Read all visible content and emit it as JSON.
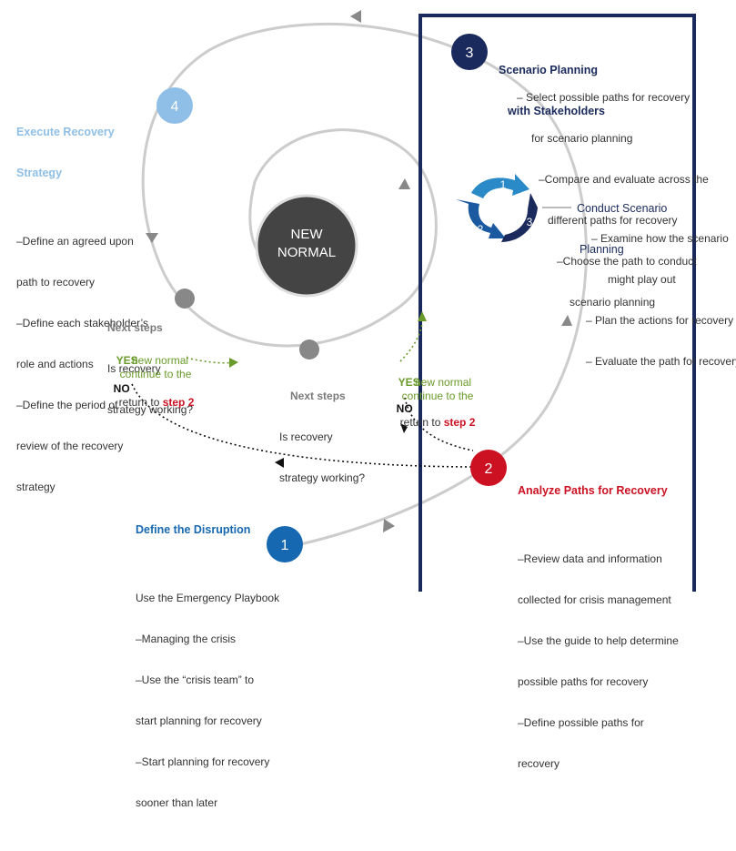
{
  "colors": {
    "track": "#cccccc",
    "frame": "#1a2a5c",
    "step1": "#1668b0",
    "step2": "#cc1122",
    "step3": "#1a2a5c",
    "step4": "#8fbfe6",
    "center": "#444444",
    "green": "#6a9a2a"
  },
  "center": {
    "line1": "NEW",
    "line2": "NORMAL"
  },
  "steps": {
    "s1": {
      "number": "1",
      "title": "Define the Disruption",
      "lines": [
        "Use the Emergency Playbook",
        "–Managing the crisis",
        "–Use the “crisis team” to",
        "start planning for recovery",
        "–Start planning for recovery",
        "sooner than later"
      ]
    },
    "s2": {
      "number": "2",
      "title": "Analyze Paths for Recovery",
      "lines": [
        "–Review data and information",
        "collected for crisis management",
        "–Use the guide to help determine",
        "possible paths for recovery",
        "–Define possible paths for",
        "recovery"
      ]
    },
    "s3": {
      "number": "3",
      "title_line1": "Scenario Planning",
      "title_line2": "with Stakeholders",
      "lines": [
        "– Select possible paths for recovery",
        "for scenario planning",
        "–Compare and evaluate across the",
        "different paths for recovery",
        "–Choose the path to conduct",
        "scenario planning"
      ]
    },
    "s4": {
      "number": "4",
      "title_line1": "Execute Recovery",
      "title_line2": "Strategy",
      "lines": [
        "–Define an agreed upon",
        "path to recovery",
        "–Define each stakeholder’s",
        "role and actions",
        "–Define the period of",
        "review of the recovery",
        "strategy"
      ]
    }
  },
  "conduct": {
    "title_line1": "Conduct Scenario",
    "title_line2": "Planning",
    "lines": [
      "– Examine how the scenario",
      "might play out",
      "– Plan the actions for recovery",
      "– Evaluate the path for recovery"
    ],
    "cycle": [
      "1",
      "2",
      "3"
    ]
  },
  "next_left": {
    "title": "Next steps",
    "q1": "Is recovery",
    "q2": "strategy working?",
    "yes": "YES",
    "yes_text1": "continue to the",
    "yes_text2": "new normal",
    "no": "NO",
    "no_text": "return to ",
    "no_step": "step 2"
  },
  "next_mid": {
    "title": "Next steps",
    "q1": "Is recovery",
    "q2": "strategy working?"
  },
  "next_right": {
    "yes": "YES",
    "yes_text1": "continue to the",
    "yes_text2": "new normal",
    "no": "NO",
    "no_text": "return to ",
    "no_step": "step 2"
  }
}
